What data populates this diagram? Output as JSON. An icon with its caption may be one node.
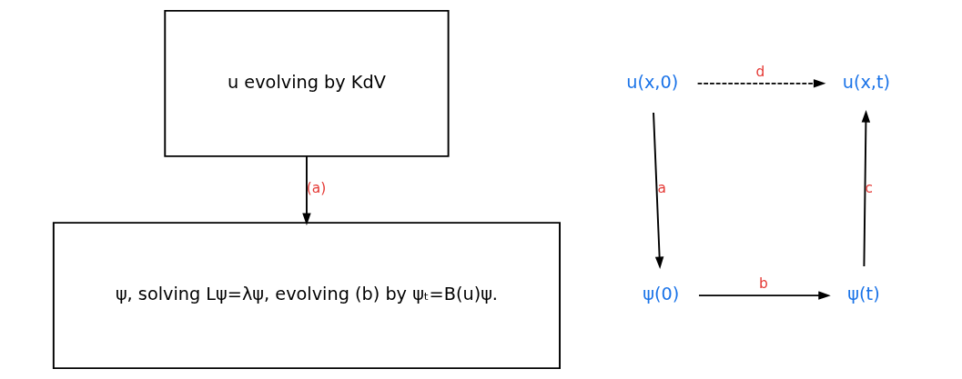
{
  "diagram": {
    "nodes": [
      {
        "text": [
          "u evolving by KdV"
        ]
      },
      {
        "text": [
          "ψ, solving Lψ=λψ, evolving (b) by ψₜ=B(u)ψ."
        ]
      },
      {
        "text": [
          "u(x,0)"
        ]
      },
      {
        "text": [
          "u(x,t)"
        ]
      },
      {
        "text": [
          "ψ(0)"
        ]
      },
      {
        "text": [
          "ψ(t)"
        ]
      }
    ],
    "edges": [
      {
        "from": 0,
        "to": 1,
        "arrow": "to",
        "label": "(a)"
      },
      {
        "from": 2,
        "to": 3,
        "arrow": "to",
        "label": "d",
        "style": "dashed"
      },
      {
        "from": 2,
        "to": 4,
        "arrow": "to",
        "label": "a"
      },
      {
        "from": 4,
        "to": 5,
        "arrow": "to",
        "label": "b"
      },
      {
        "from": 5,
        "to": 3,
        "arrow": "to",
        "label": "c"
      }
    ]
  }
}
